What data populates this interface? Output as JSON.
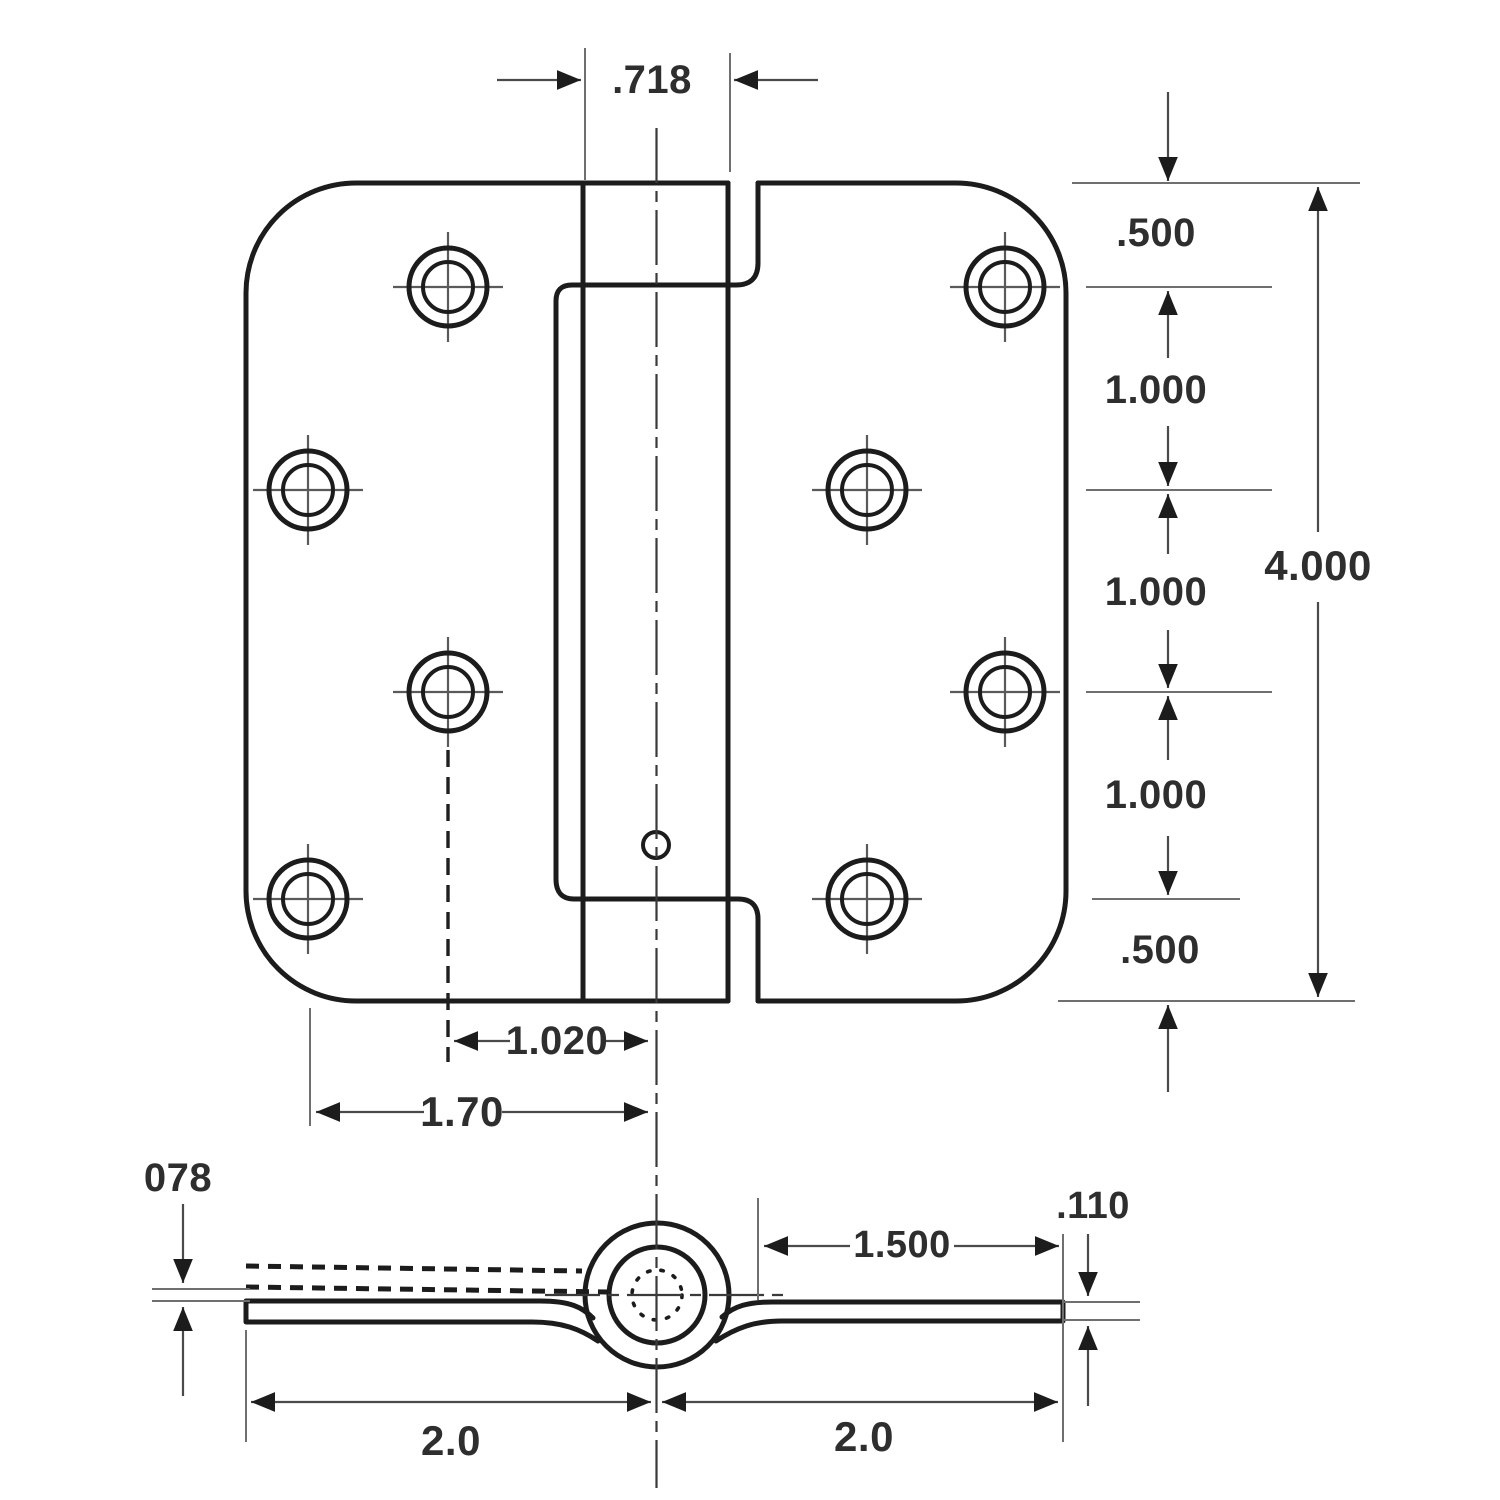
{
  "page": {
    "background": "#ffffff"
  },
  "drawing": {
    "type": "technical-drawing",
    "subject": "spring door hinge - face view and edge view with dimensions",
    "units": "inches",
    "colors": {
      "outline": "#1c1c1c",
      "dimension_line": "#4a4a4a",
      "text": "#2e2e2e",
      "background": "#ffffff"
    },
    "front_view": {
      "pin_to_slot_width_label": ".718",
      "top_margin_label": ".500",
      "hole_pitch_labels": [
        "1.000",
        "1.000",
        "1.000"
      ],
      "bottom_margin_label": ".500",
      "overall_height_label": "4.000",
      "inner_hole_to_center_label": "1.020",
      "outer_hole_to_center_label": "1.70"
    },
    "edge_view": {
      "open_leaf_offset_label": "078",
      "leaf_thickness_label": ".110",
      "barrel_to_leaf_end_label": "1.500",
      "left_leaf_width_label": "2.0",
      "right_leaf_width_label": "2.0"
    }
  }
}
